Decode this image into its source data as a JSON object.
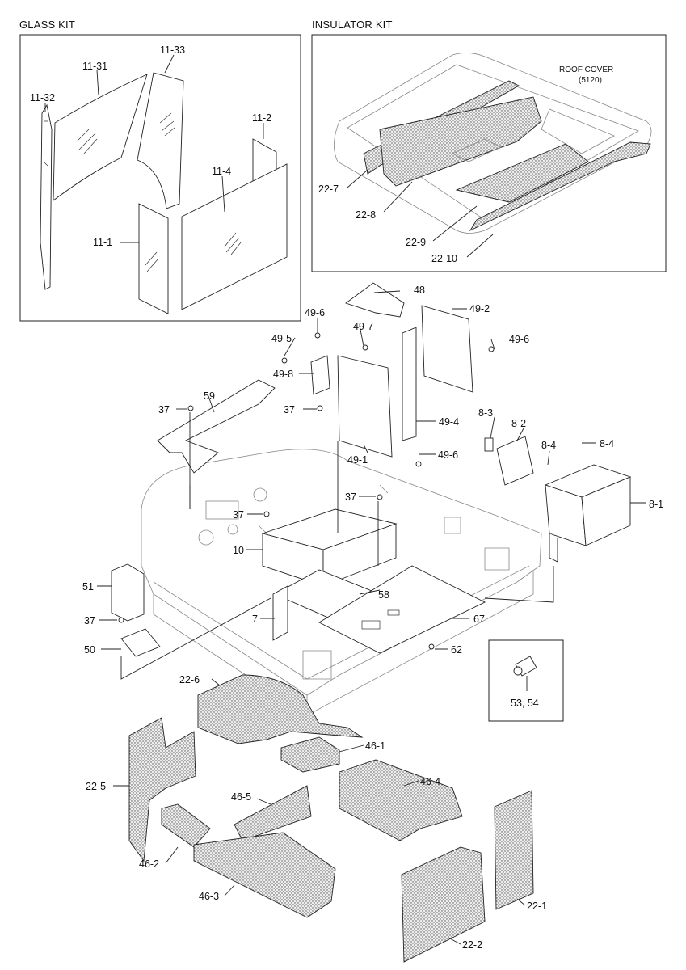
{
  "sections": {
    "glass_kit": "GLASS KIT",
    "insulator_kit": "INSULATOR KIT"
  },
  "roof_cover": {
    "line1": "ROOF COVER",
    "line2": "(5120)"
  },
  "labels": {
    "p11_31": "11-31",
    "p11_33": "11-33",
    "p11_32": "11-32",
    "p11_2": "11-2",
    "p11_4": "11-4",
    "p11_1": "11-1",
    "p22_7": "22-7",
    "p22_8": "22-8",
    "p22_9": "22-9",
    "p22_10": "22-10",
    "p48": "48",
    "p49_6a": "49-6",
    "p49_2": "49-2",
    "p49_7": "49-7",
    "p49_5": "49-5",
    "p49_6b": "49-6",
    "p49_8": "49-8",
    "p59": "59",
    "p37a": "37",
    "p37b": "37",
    "p49_4": "49-4",
    "p8_3": "8-3",
    "p8_2": "8-2",
    "p8_4a": "8-4",
    "p8_4b": "8-4",
    "p49_1": "49-1",
    "p49_6c": "49-6",
    "p37c": "37",
    "p8_1": "8-1",
    "p37d": "37",
    "p10": "10",
    "p51": "51",
    "p58": "58",
    "p7": "7",
    "p67": "67",
    "p37e": "37",
    "p50": "50",
    "p62": "62",
    "p53_54": "53, 54",
    "p22_6": "22-6",
    "p46_1": "46-1",
    "p46_4": "46-4",
    "p22_5": "22-5",
    "p46_5": "46-5",
    "p46_2": "46-2",
    "p46_3": "46-3",
    "p22_1": "22-1",
    "p22_2": "22-2"
  }
}
